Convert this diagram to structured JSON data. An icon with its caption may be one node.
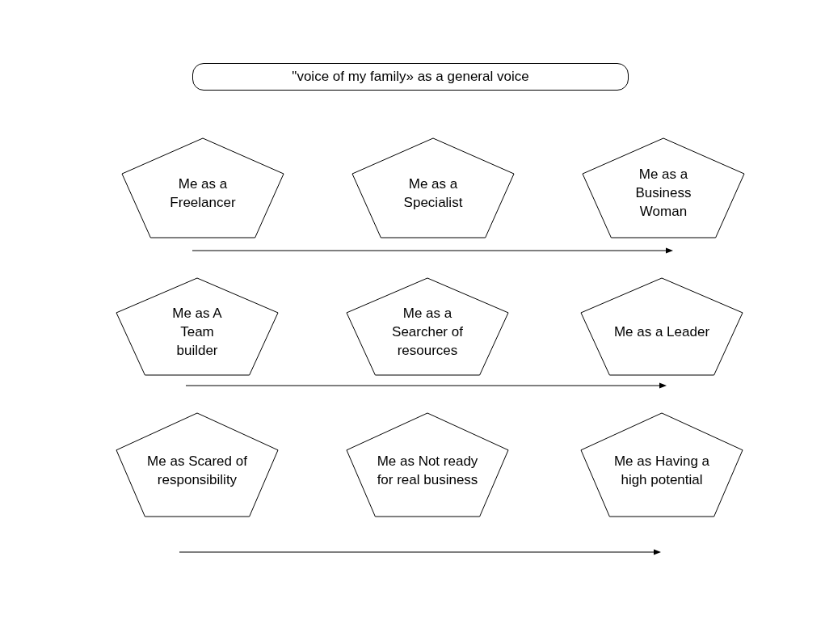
{
  "diagram": {
    "nodes": [
      {
        "text": [
          "\"voice of my family» as a general voice"
        ]
      },
      {
        "text": [
          "Me as a Freelancer"
        ]
      },
      {
        "text": [
          "Me as a Specialist"
        ]
      },
      {
        "text": [
          "Me as a Business Woman"
        ]
      },
      {
        "text": [
          "Me as A Team builder"
        ]
      },
      {
        "text": [
          "Me as a Searcher of resources"
        ]
      },
      {
        "text": [
          "Me as a Leader"
        ]
      },
      {
        "text": [
          "Me as Scared of responsibility"
        ]
      },
      {
        "text": [
          "Me as Not ready for real business"
        ]
      },
      {
        "text": [
          "Me as Having a high potential"
        ]
      }
    ]
  }
}
